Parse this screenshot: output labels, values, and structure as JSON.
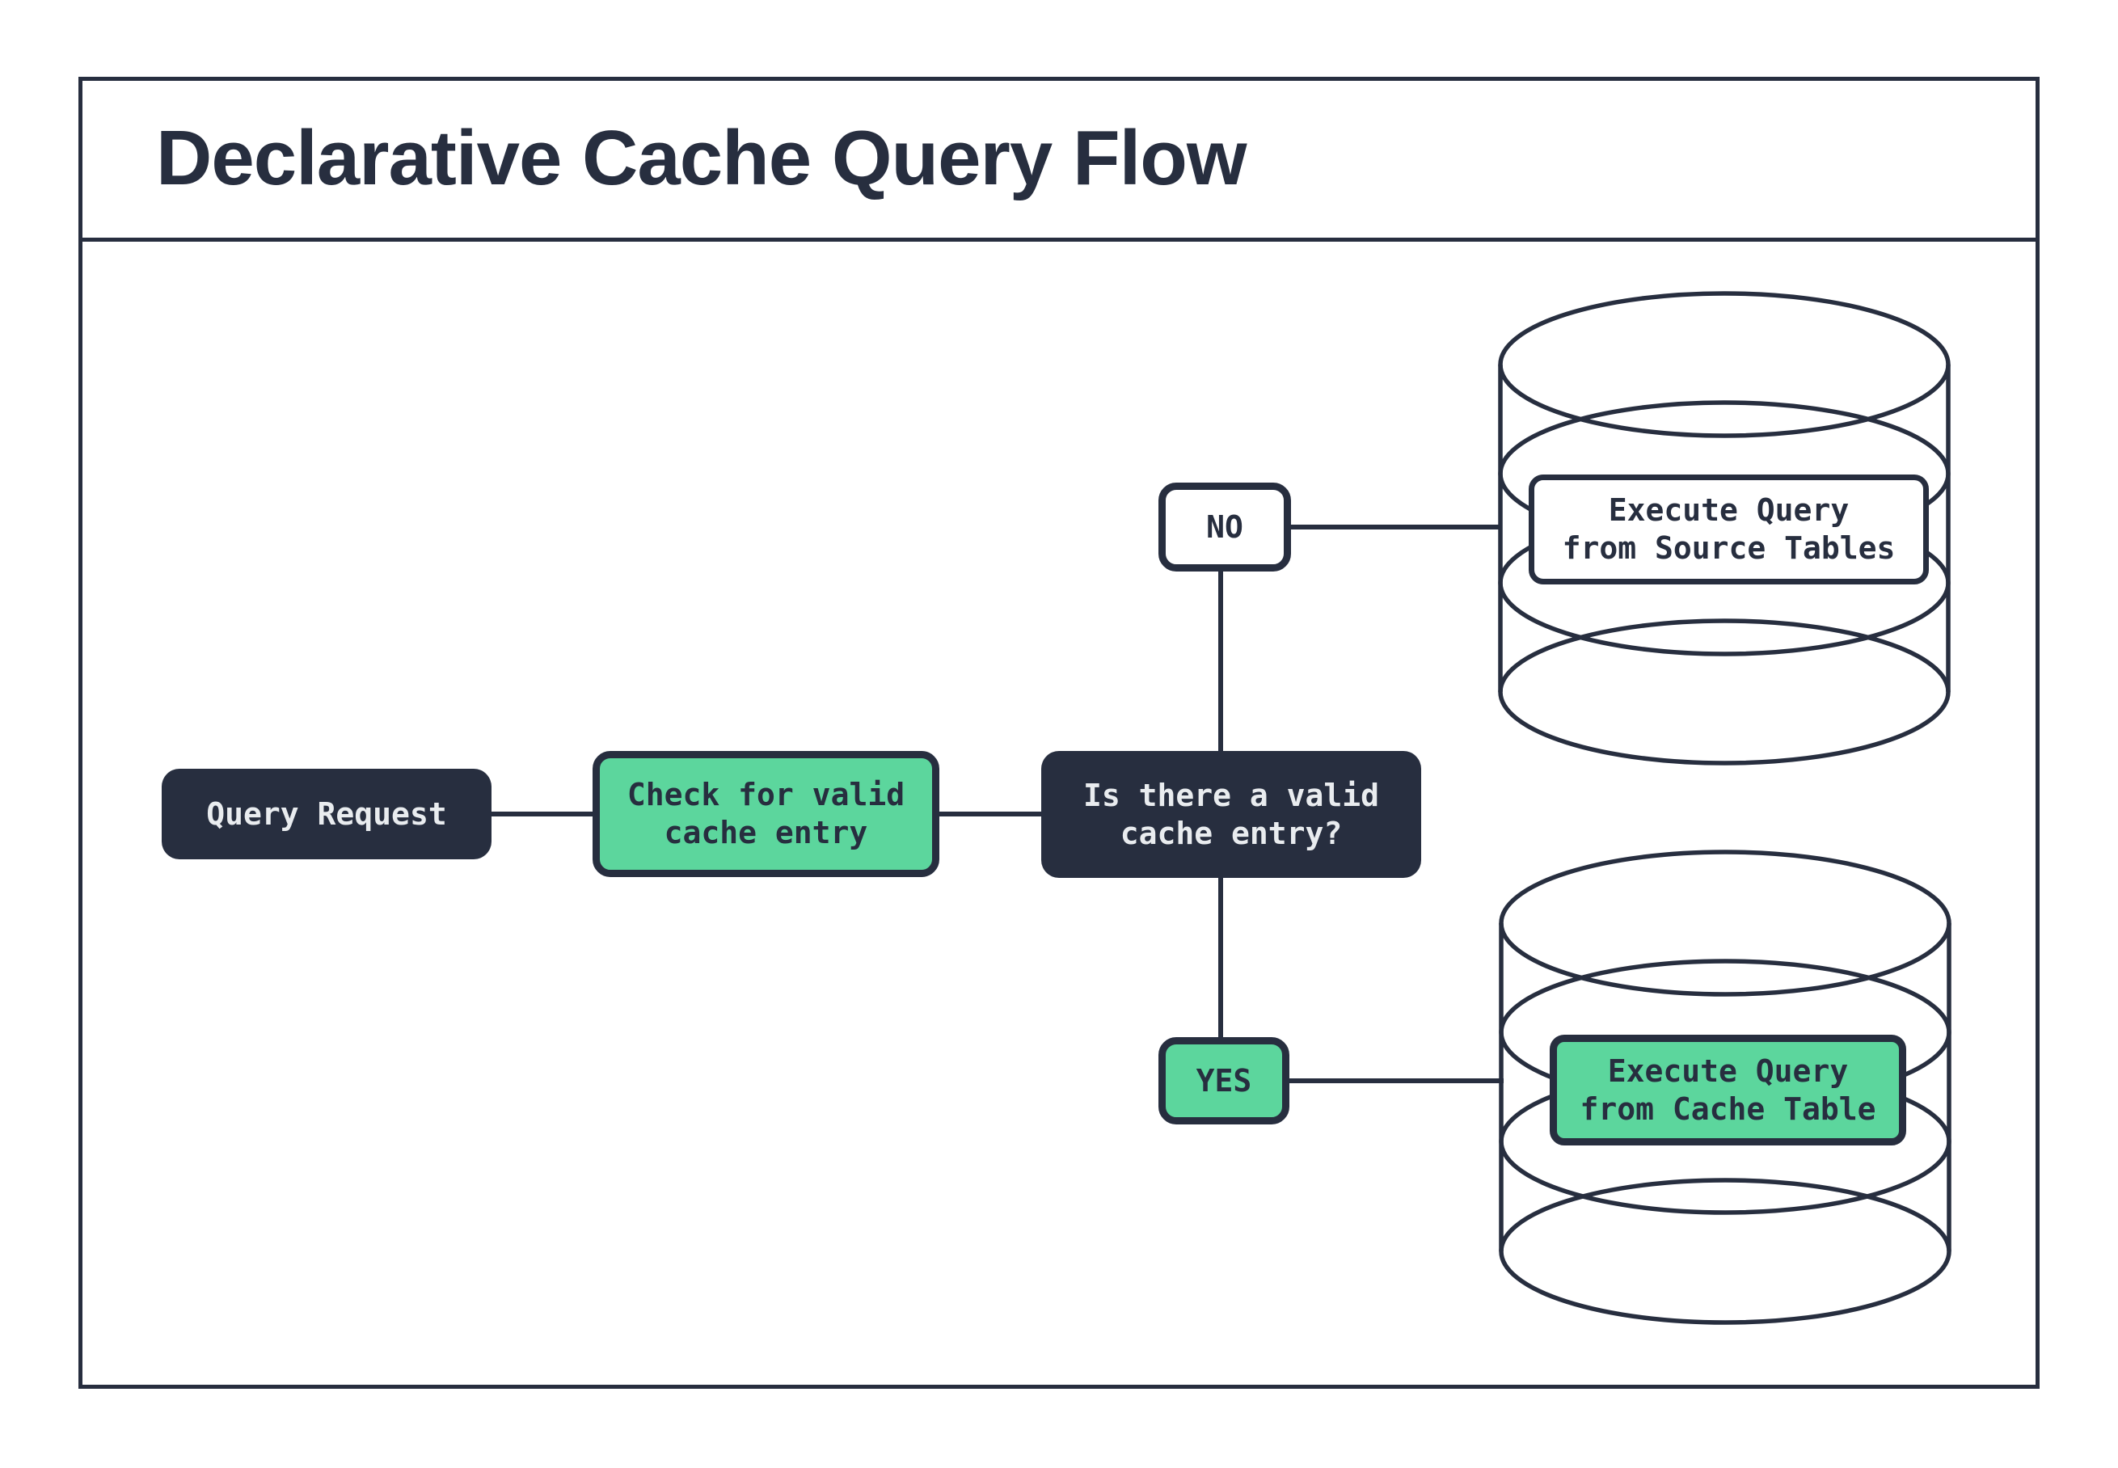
{
  "header": {
    "title": "Declarative Cache Query Flow"
  },
  "palette": {
    "dark_navy": "#272e3f",
    "green": "#5cd69d",
    "light_text": "#e9ecef",
    "background": "#ffffff"
  },
  "nodes": {
    "query_request": {
      "label": "Query Request"
    },
    "check_cache": {
      "label": "Check for valid\ncache entry"
    },
    "decision": {
      "label": "Is there a valid\ncache entry?"
    },
    "branch_no": {
      "label": "NO"
    },
    "branch_yes": {
      "label": "YES"
    },
    "execute_source": {
      "label": "Execute Query\nfrom Source Tables"
    },
    "execute_cache": {
      "label": "Execute Query\nfrom Cache Table"
    }
  }
}
